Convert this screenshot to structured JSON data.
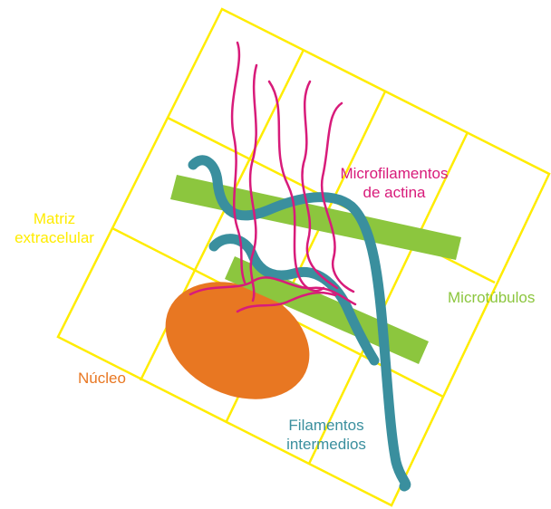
{
  "labels": {
    "matrix_line1": "Matriz",
    "matrix_line2": "extracelular",
    "actin_line1": "Microfilamentos",
    "actin_line2": "de actina",
    "microtubules": "Microtúbulos",
    "nucleus": "Núcleo",
    "intermediate_line1": "Filamentos",
    "intermediate_line2": "intermedios"
  },
  "colors": {
    "matrix": "#ffec00",
    "actin": "#d81b7a",
    "microtubules": "#8cc63e",
    "nucleus": "#e87722",
    "intermediate": "#3a8f9e",
    "background": "#ffffff"
  }
}
